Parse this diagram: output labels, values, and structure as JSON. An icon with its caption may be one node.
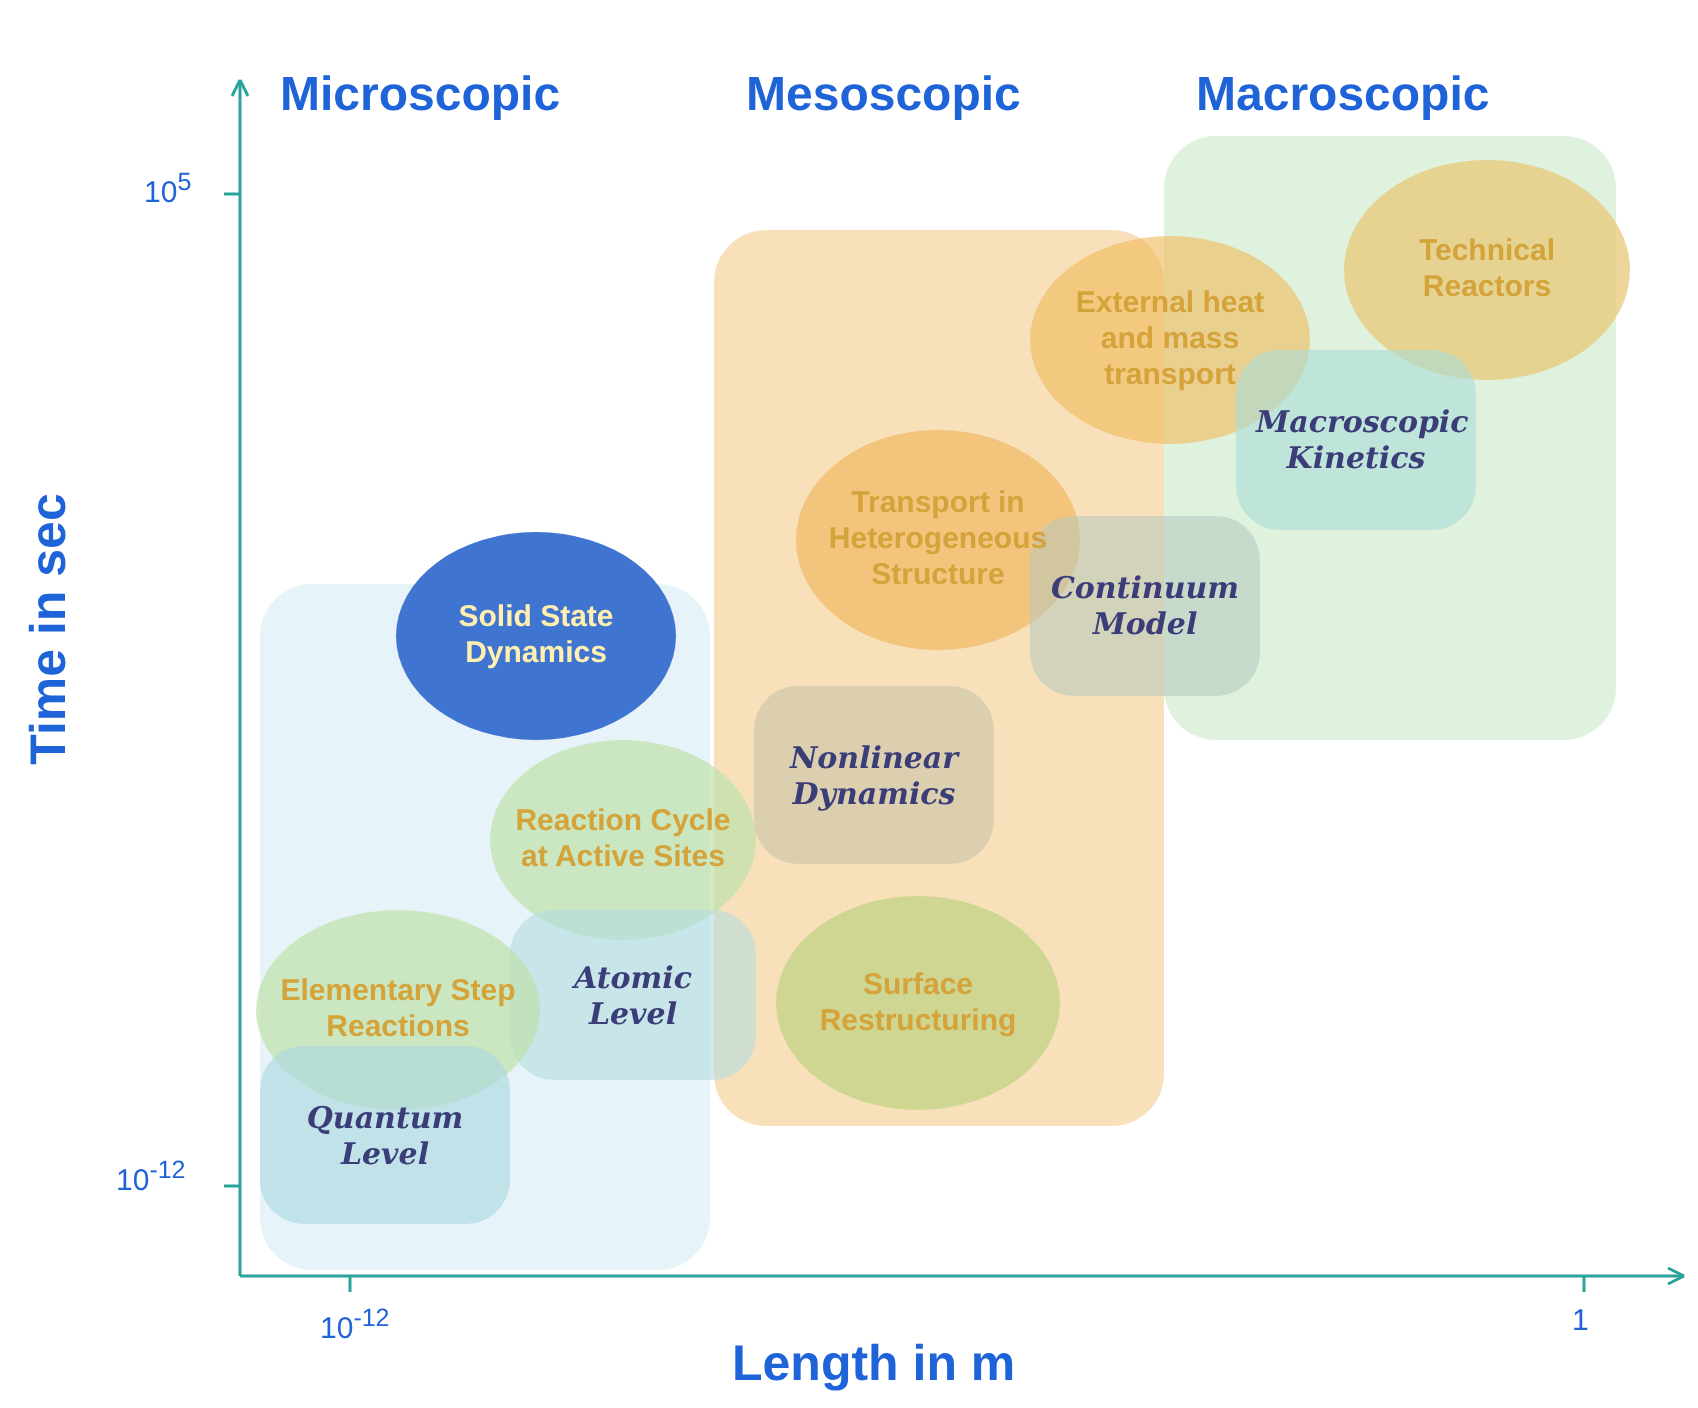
{
  "diagram": {
    "nodes": [
      {
        "text": [
          "Technical Reactors"
        ]
      },
      {
        "text": [
          "External heat and mass transport"
        ]
      },
      {
        "text": [
          "Macroscopic Kinetics"
        ]
      },
      {
        "text": [
          "Transport in Heterogeneous Structure"
        ]
      },
      {
        "text": [
          "Continuum Model"
        ]
      },
      {
        "text": [
          "Solid State Dynamics"
        ]
      },
      {
        "text": [
          "Nonlinear Dynamics"
        ]
      },
      {
        "text": [
          "Reaction Cycle at Active Sites"
        ]
      },
      {
        "text": [
          "Atomic Level"
        ]
      },
      {
        "text": [
          "Surface Restructuring"
        ]
      },
      {
        "text": [
          "Elementary Step Reactions"
        ]
      },
      {
        "text": [
          "Quantum Level"
        ]
      }
    ],
    "labels": [
      "Microscopic",
      "Mesoscopic",
      "Macroscopic",
      "10$^{5}$",
      "Time in sec",
      "10$^{-12}$",
      "10$^{-12}$",
      "1",
      "Length in m"
    ]
  }
}
